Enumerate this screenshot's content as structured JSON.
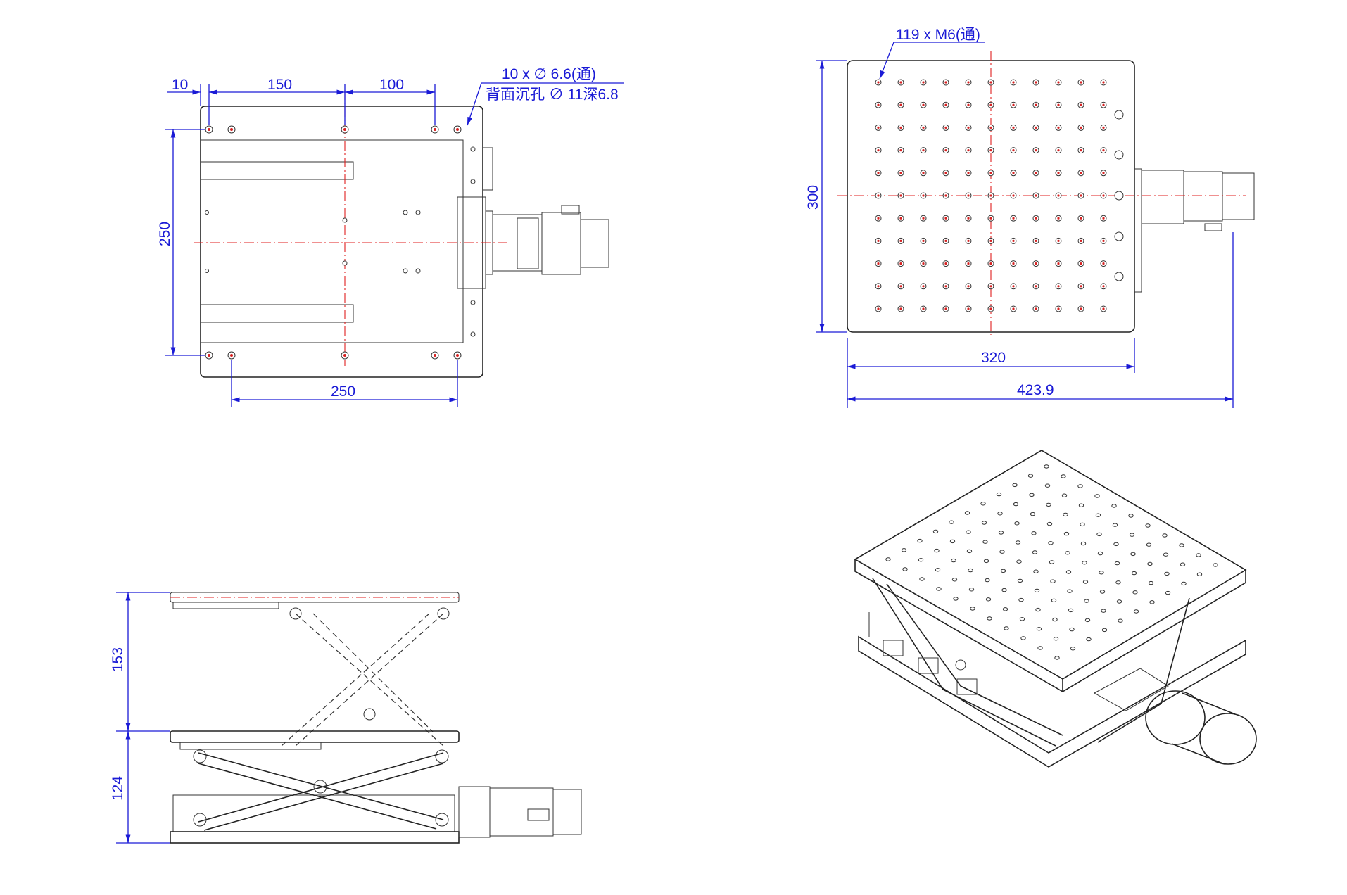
{
  "top_view": {
    "dim_10": "10",
    "dim_150": "150",
    "dim_100": "100",
    "dim_250_v": "250",
    "dim_250_h": "250",
    "note_line1": "10 x ∅ 6.6(通)",
    "note_line2": "背面沉孔 ∅ 11深6.8"
  },
  "table_view": {
    "hole_note": "119 x M6(通)",
    "dim_300": "300",
    "dim_320": "320",
    "dim_4239": "423.9"
  },
  "side_view": {
    "dim_153": "153",
    "dim_124": "124"
  },
  "colors": {
    "dimension": "#1a1ad6",
    "centerline": "#e02020",
    "outline": "#222222"
  }
}
